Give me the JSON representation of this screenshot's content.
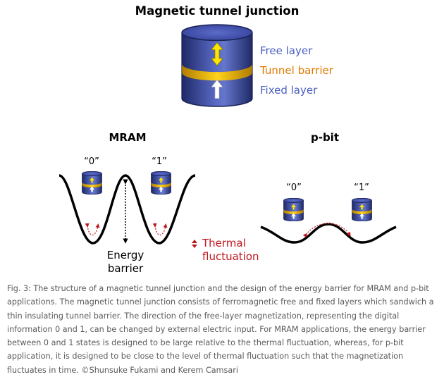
{
  "title": "Magnetic tunnel junction",
  "layers": {
    "free": "Free layer",
    "tunnel": "Tunnel barrier",
    "fixed": "Fixed layer"
  },
  "mram": {
    "title": "MRAM",
    "state0": "“0”",
    "state1": "“1”",
    "barrier_line1": "Energy",
    "barrier_line2": "barrier"
  },
  "pbit": {
    "title": "p-bit",
    "state0": "“0”",
    "state1": "“1”"
  },
  "thermal": {
    "line1": "Thermal",
    "line2": "fluctuation"
  },
  "caption": "Fig. 3: The structure of a magnetic tunnel junction and the design of the energy barrier for MRAM and p-bit applications. The magnetic tunnel junction consists of ferromagnetic free and fixed layers which sandwich a thin insulating tunnel barrier. The direction of the free-layer magnetization, representing the digital information 0 and 1, can be changed by external electric input. For MRAM applications, the energy barrier between 0 and 1 states is designed to be large relative to the thermal fluctuation, whereas, for p-bit application, it is designed to be close to the level of thermal fluctuation such that the magnetization fluctuates in time. ©Shunsuke Fukami and Kerem Camsari",
  "colors": {
    "free": "#4a5fc1",
    "tunnel": "#e07b00",
    "fixed": "#4a5fc1",
    "thermal": "#c0161e"
  }
}
